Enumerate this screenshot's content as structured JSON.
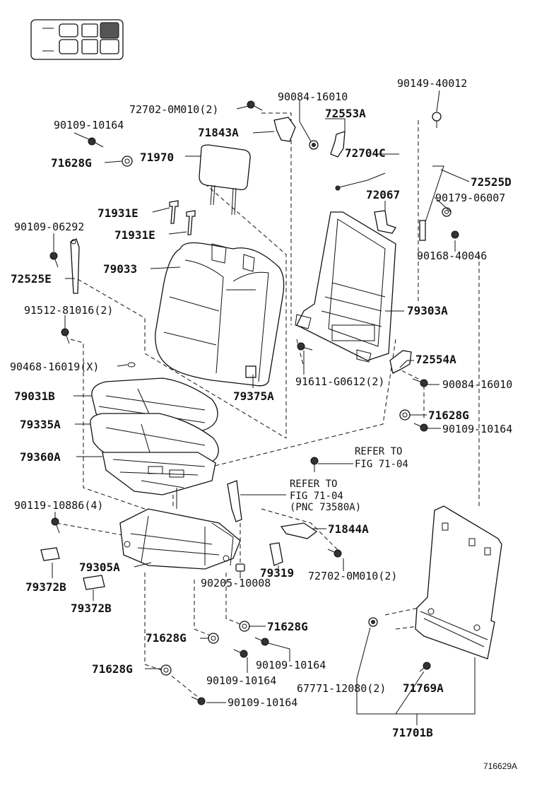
{
  "labels": {
    "p72702_top": "72702-0M010(2)",
    "p90084_top": "90084-16010",
    "p90149": "90149-40012",
    "p90109_a": "90109-10164",
    "p72553A": "72553A",
    "p71843A": "71843A",
    "p71628G_a": "71628G",
    "p71970": "71970",
    "p72704C": "72704C",
    "p72525D": "72525D",
    "p72067": "72067",
    "p90179": "90179-06007",
    "p71931E_a": "71931E",
    "p71931E_b": "71931E",
    "p90109_06292": "90109-06292",
    "p90168": "90168-40046",
    "p79033": "79033",
    "p72525E": "72525E",
    "p79303A": "79303A",
    "p91512": "91512-81016(2)",
    "p90468": "90468-16019(X)",
    "p72554A": "72554A",
    "p79031B": "79031B",
    "p79375A": "79375A",
    "p91611": "91611-G0612(2)",
    "p90084_right": "90084-16010",
    "p79335A": "79335A",
    "p71628G_b": "71628G",
    "p90109_b": "90109-10164",
    "p79360A": "79360A",
    "p90119": "90119-10886(4)",
    "p71844A": "71844A",
    "p79305A": "79305A",
    "p79319": "79319",
    "p72702_bottom": "72702-0M010(2)",
    "p79372B_a": "79372B",
    "p79372B_b": "79372B",
    "p90205": "90205-10008",
    "p71628G_c": "71628G",
    "p71628G_d": "71628G",
    "p90109_c": "90109-10164",
    "p90109_d": "90109-10164",
    "p71628G_e": "71628G",
    "p90109_e": "90109-10164",
    "p67771": "67771-12080(2)",
    "p71769A": "71769A",
    "p71701B": "71701B"
  },
  "refer1": {
    "line1": "REFER TO",
    "line2": "FIG 71-04"
  },
  "refer2": {
    "line1": "REFER TO",
    "line2": "FIG 71-04",
    "line3": "(PNC 73580A)"
  },
  "diagram_code": "716629A"
}
